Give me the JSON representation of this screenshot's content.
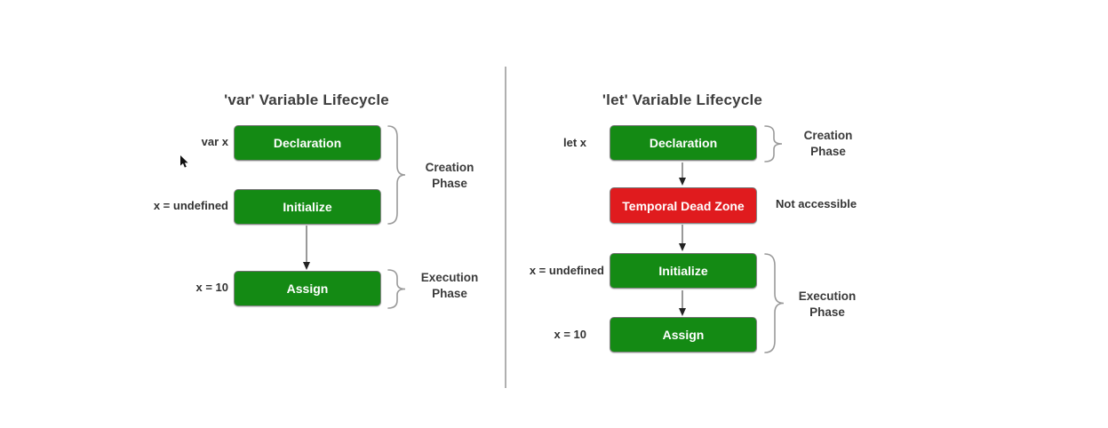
{
  "diagram": {
    "background": "#ffffff",
    "divider_color": "#b0b0b0",
    "colors": {
      "green_box": "#148a14",
      "red_box": "#e01b1e",
      "box_border": "#868686",
      "box_text": "#ffffff",
      "label_text": "#333333",
      "title_text": "#3d3d3d",
      "brace": "#9a9a9a",
      "arrow": "#555555"
    },
    "var_lifecycle": {
      "title": "'var' Variable Lifecycle",
      "steps": [
        {
          "annotation": "var x",
          "box_label": "Declaration",
          "box_color": "green"
        },
        {
          "annotation": "x = undefined",
          "box_label": "Initialize",
          "box_color": "green"
        },
        {
          "annotation": "x = 10",
          "box_label": "Assign",
          "box_color": "green"
        }
      ],
      "phases": [
        {
          "label": "Creation Phase"
        },
        {
          "label": "Execution Phase"
        }
      ]
    },
    "let_lifecycle": {
      "title": "'let' Variable Lifecycle",
      "steps": [
        {
          "annotation": "let x",
          "box_label": "Declaration",
          "box_color": "green"
        },
        {
          "annotation": "Not accessible",
          "box_label": "Temporal Dead Zone",
          "box_color": "red"
        },
        {
          "annotation": "x = undefined",
          "box_label": "Initialize",
          "box_color": "green"
        },
        {
          "annotation": "x = 10",
          "box_label": "Assign",
          "box_color": "green"
        }
      ],
      "phases": [
        {
          "label": "Creation Phase"
        },
        {
          "label": "Execution Phase"
        }
      ]
    },
    "icons": {
      "mouse_cursor": "arrow-pointer"
    }
  }
}
